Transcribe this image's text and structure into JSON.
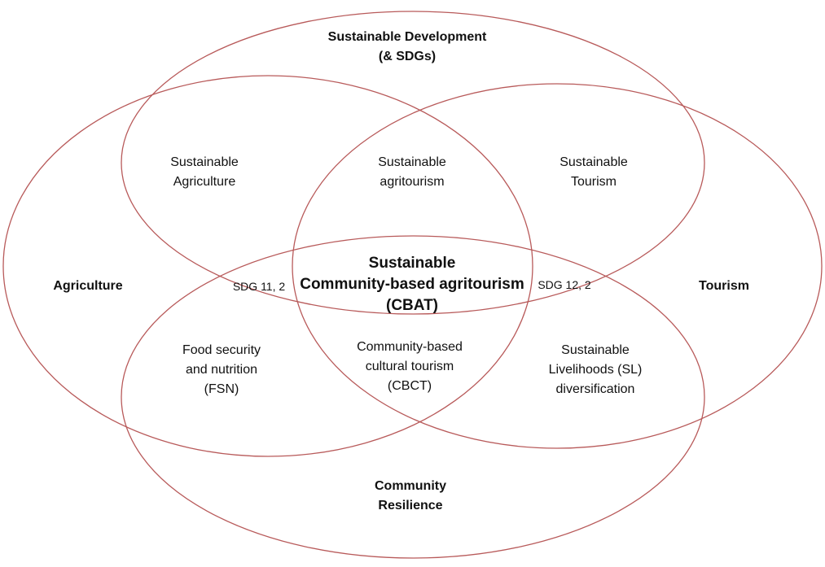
{
  "diagram": {
    "stroke_color": "#b85a5a",
    "sets": {
      "sustainable_development": [
        "Sustainable Development",
        "(& SDGs)"
      ],
      "agriculture": [
        "Agriculture"
      ],
      "tourism": [
        "Tourism"
      ],
      "community_resilience": [
        "Community",
        "Resilience"
      ]
    },
    "regions": {
      "sustainable_agriculture": [
        "Sustainable",
        "Agriculture"
      ],
      "sustainable_agritourism": [
        "Sustainable",
        "agritourism"
      ],
      "sustainable_tourism": [
        "Sustainable",
        "Tourism"
      ],
      "food_security": [
        "Food security",
        "and nutrition",
        "(FSN)"
      ],
      "cbct": [
        "Community-based",
        "cultural tourism",
        "(CBCT)"
      ],
      "sustainable_livelihoods": [
        "Sustainable",
        "Livelihoods (SL)",
        "diversification"
      ]
    },
    "sdg_tags": {
      "left": "SDG 11, 2",
      "right": "SDG 12, 2"
    },
    "center": [
      "Sustainable",
      "Community-based agritourism",
      "(CBAT)"
    ]
  }
}
